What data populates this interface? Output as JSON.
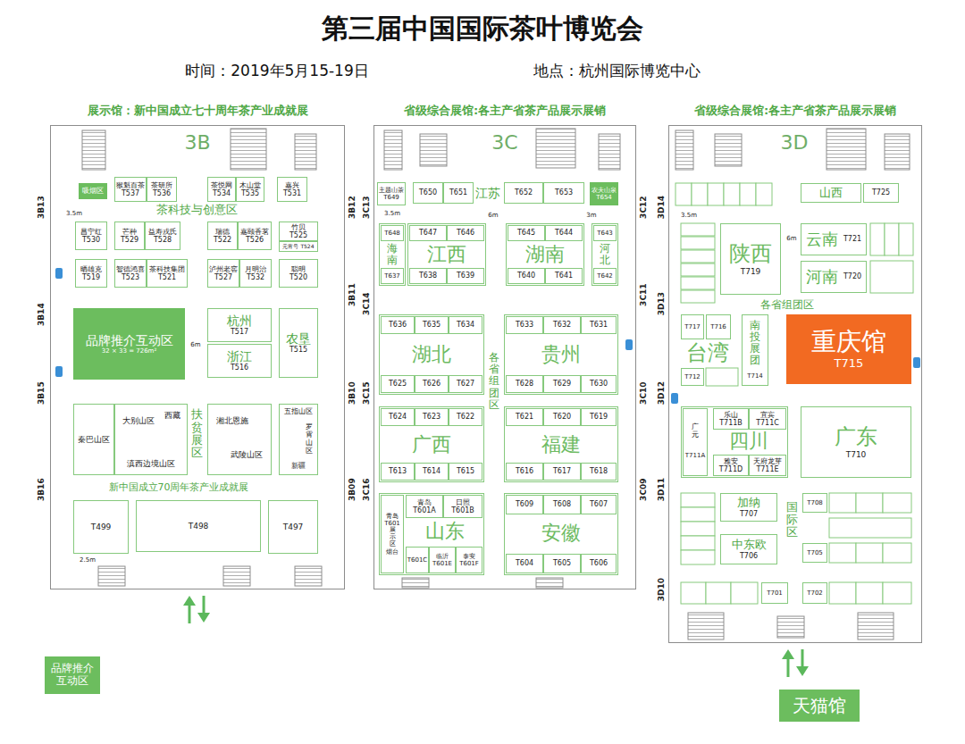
{
  "diagram": {
    "title": "第三届中国国际茶叶博览会",
    "nodes": [
      {
        "text": [
          "展示馆：新中国成立七十周年茶产业成就展",
          "3B"
        ]
      },
      {
        "text": [
          "吸烟区"
        ],
        "in": 0
      },
      {
        "text": [
          "猴魁百茶",
          "T537"
        ],
        "in": 0
      },
      {
        "text": [
          "茶研所",
          "T536"
        ],
        "in": 0
      },
      {
        "text": [
          "茶悦网",
          "T534"
        ],
        "in": 0
      },
      {
        "text": [
          "木山堂",
          "T535"
        ],
        "in": 0
      },
      {
        "text": [
          "嘉兴",
          "T531"
        ],
        "in": 0
      },
      {
        "text": [
          "昌宁红",
          "T530"
        ],
        "in": 0
      },
      {
        "text": [
          "芒种",
          "T529"
        ],
        "in": 0
      },
      {
        "text": [
          "益寿戎氏",
          "T528"
        ],
        "in": 0
      },
      {
        "text": [
          "瑞德",
          "T522"
        ],
        "in": 0
      },
      {
        "text": [
          "嘉颐香茗",
          "T526"
        ],
        "in": 0
      },
      {
        "text": [
          "竹贝",
          "T525"
        ],
        "in": 0
      },
      {
        "text": [
          "元宵号 T524"
        ],
        "in": 0
      },
      {
        "text": [
          "晒雄克",
          "T519"
        ],
        "in": 0
      },
      {
        "text": [
          "智德鸿喜",
          "T523"
        ],
        "in": 0
      },
      {
        "text": [
          "茶科技集团",
          "T521"
        ],
        "in": 0
      },
      {
        "text": [
          "泸州老窖",
          "T527"
        ],
        "in": 0
      },
      {
        "text": [
          "月明治",
          "T532"
        ],
        "in": 0
      },
      {
        "text": [
          "聪明",
          "T520"
        ],
        "in": 0
      },
      {
        "text": [
          "品牌推介互动区",
          "32 × 33 = 726m²"
        ],
        "in": 0
      },
      {
        "text": [
          "杭州",
          "T517"
        ],
        "in": 0
      },
      {
        "text": [
          "浙江",
          "T516"
        ],
        "in": 0
      },
      {
        "text": [
          "农垦",
          "T515"
        ],
        "in": 0
      },
      {
        "text": [
          "秦巴山区"
        ],
        "in": 0
      },
      {
        "text": [
          "大别山区",
          "西藏",
          "滇西边境山区"
        ],
        "in": 0
      },
      {
        "text": [
          "湘北恩施",
          "武陵山区"
        ],
        "in": 0
      },
      {
        "text": [
          "五指山区",
          "罗霄山区",
          "新疆"
        ],
        "in": 0
      },
      {
        "text": [
          "T499"
        ],
        "in": 0
      },
      {
        "text": [
          "T498"
        ],
        "in": 0
      },
      {
        "text": [
          "T497"
        ],
        "in": 0
      },
      {
        "text": [
          "省级综合展馆:各主产省茶产品展示展销",
          "3C"
        ]
      },
      {
        "text": [
          "主题山茶",
          "T649"
        ],
        "in": 31
      },
      {
        "text": [
          "T650"
        ],
        "in": 31
      },
      {
        "text": [
          "T651"
        ],
        "in": 31
      },
      {
        "text": [
          "T652"
        ],
        "in": 31
      },
      {
        "text": [
          "T653"
        ],
        "in": 31
      },
      {
        "text": [
          "农夫山泉",
          "T654"
        ],
        "in": 31
      },
      {
        "text": [
          "海南"
        ],
        "in": 31
      },
      {
        "text": [
          "T648"
        ],
        "in": 38
      },
      {
        "text": [
          "T637"
        ],
        "in": 38
      },
      {
        "text": [
          "江西"
        ],
        "in": 31
      },
      {
        "text": [
          "T647"
        ],
        "in": 41
      },
      {
        "text": [
          "T646"
        ],
        "in": 41
      },
      {
        "text": [
          "T638"
        ],
        "in": 41
      },
      {
        "text": [
          "T639"
        ],
        "in": 41
      },
      {
        "text": [
          "湖南"
        ],
        "in": 31
      },
      {
        "text": [
          "T645"
        ],
        "in": 46
      },
      {
        "text": [
          "T644"
        ],
        "in": 46
      },
      {
        "text": [
          "T640"
        ],
        "in": 46
      },
      {
        "text": [
          "T641"
        ],
        "in": 46
      },
      {
        "text": [
          "河北"
        ],
        "in": 31
      },
      {
        "text": [
          "T643"
        ],
        "in": 51
      },
      {
        "text": [
          "T642"
        ],
        "in": 51
      },
      {
        "text": [
          "湖北"
        ],
        "in": 31
      },
      {
        "text": [
          "T636"
        ],
        "in": 54
      },
      {
        "text": [
          "T635"
        ],
        "in": 54
      },
      {
        "text": [
          "T634"
        ],
        "in": 54
      },
      {
        "text": [
          "T625"
        ],
        "in": 54
      },
      {
        "text": [
          "T626"
        ],
        "in": 54
      },
      {
        "text": [
          "T627"
        ],
        "in": 54
      },
      {
        "text": [
          "贵州"
        ],
        "in": 31
      },
      {
        "text": [
          "T633"
        ],
        "in": 61
      },
      {
        "text": [
          "T632"
        ],
        "in": 61
      },
      {
        "text": [
          "T631"
        ],
        "in": 61
      },
      {
        "text": [
          "T628"
        ],
        "in": 61
      },
      {
        "text": [
          "T629"
        ],
        "in": 61
      },
      {
        "text": [
          "T630"
        ],
        "in": 61
      },
      {
        "text": [
          "广西"
        ],
        "in": 31
      },
      {
        "text": [
          "T624"
        ],
        "in": 68
      },
      {
        "text": [
          "T623"
        ],
        "in": 68
      },
      {
        "text": [
          "T622"
        ],
        "in": 68
      },
      {
        "text": [
          "T613"
        ],
        "in": 68
      },
      {
        "text": [
          "T614"
        ],
        "in": 68
      },
      {
        "text": [
          "T615"
        ],
        "in": 68
      },
      {
        "text": [
          "福建"
        ],
        "in": 31
      },
      {
        "text": [
          "T621"
        ],
        "in": 75
      },
      {
        "text": [
          "T620"
        ],
        "in": 75
      },
      {
        "text": [
          "T619"
        ],
        "in": 75
      },
      {
        "text": [
          "T616"
        ],
        "in": 75
      },
      {
        "text": [
          "T617"
        ],
        "in": 75
      },
      {
        "text": [
          "T618"
        ],
        "in": 75
      },
      {
        "text": [
          "山东"
        ],
        "in": 31
      },
      {
        "text": [
          "青岛",
          "T601",
          "展示区",
          "烟台"
        ],
        "in": 82
      },
      {
        "text": [
          "青岛",
          "T601A"
        ],
        "in": 82
      },
      {
        "text": [
          "日照",
          "T601B"
        ],
        "in": 82
      },
      {
        "text": [
          "T601C"
        ],
        "in": 82
      },
      {
        "text": [
          "临沂",
          "T601E"
        ],
        "in": 82
      },
      {
        "text": [
          "泰安",
          "T601F"
        ],
        "in": 82
      },
      {
        "text": [
          "安徽"
        ],
        "in": 31
      },
      {
        "text": [
          "T609"
        ],
        "in": 89
      },
      {
        "text": [
          "T608"
        ],
        "in": 89
      },
      {
        "text": [
          "T607"
        ],
        "in": 89
      },
      {
        "text": [
          "T604"
        ],
        "in": 89
      },
      {
        "text": [
          "T605"
        ],
        "in": 89
      },
      {
        "text": [
          "T606"
        ],
        "in": 89
      },
      {
        "text": [
          "省级综合展馆:各主产省茶产品展示展销",
          "3D"
        ]
      },
      {
        "text": [
          "山西"
        ],
        "in": 96
      },
      {
        "text": [
          "T725"
        ],
        "in": 96
      },
      {
        "text": [
          "陕西",
          "T719"
        ],
        "in": 96
      },
      {
        "text": [
          "云南",
          "T721"
        ],
        "in": 96
      },
      {
        "text": [
          "河南",
          "T720"
        ],
        "in": 96
      },
      {
        "text": [
          "T717"
        ],
        "in": 96
      },
      {
        "text": [
          "T716"
        ],
        "in": 96
      },
      {
        "text": [
          "T712"
        ],
        "in": 96
      },
      {
        "text": [
          "南投展团",
          "T714"
        ],
        "in": 96
      },
      {
        "text": [
          "重庆馆",
          "T715"
        ],
        "in": 96
      },
      {
        "text": [
          "四川"
        ],
        "in": 96
      },
      {
        "text": [
          "广元",
          "T711A"
        ],
        "in": 107
      },
      {
        "text": [
          "乐山",
          "T711B"
        ],
        "in": 107
      },
      {
        "text": [
          "宜宾",
          "T711C"
        ],
        "in": 107
      },
      {
        "text": [
          "雅安",
          "T711D"
        ],
        "in": 107
      },
      {
        "text": [
          "天府龙芽",
          "T711E"
        ],
        "in": 107
      },
      {
        "text": [
          "广东",
          "T710"
        ],
        "in": 96
      },
      {
        "text": [
          "加纳",
          "T707"
        ],
        "in": 96
      },
      {
        "text": [
          "中东欧",
          "T706"
        ],
        "in": 96
      },
      {
        "text": [
          "T708"
        ],
        "in": 96
      },
      {
        "text": [
          "T705"
        ],
        "in": 96
      },
      {
        "text": [
          "T701"
        ],
        "in": 96
      },
      {
        "text": [
          "T702"
        ],
        "in": 96
      },
      {
        "text": [
          "品牌推介 互动区"
        ]
      },
      {
        "text": [
          "天猫馆"
        ]
      }
    ],
    "labels": [
      "时间：2019年5月15-19日",
      "地点：杭州国际博览中心",
      "茶科技与创意区",
      "3.5m",
      "6m",
      "扶贫展区",
      "新中国成立70周年茶产业成就展",
      "2.5m",
      "江苏",
      "3.5m",
      "6m",
      "3m",
      "各省组团区",
      "3.5m",
      "6m",
      "各省组团区",
      "台湾",
      "国际区",
      "3B13",
      "3B14",
      "3B15",
      "3B16",
      "3B12",
      "3B11",
      "3B10",
      "3B09",
      "3C13",
      "3C14",
      "3C15",
      "3C16",
      "3C12",
      "3C11",
      "3C10",
      "3C09",
      "3D14",
      "3D13",
      "3D12",
      "3D11",
      "3D10"
    ]
  }
}
